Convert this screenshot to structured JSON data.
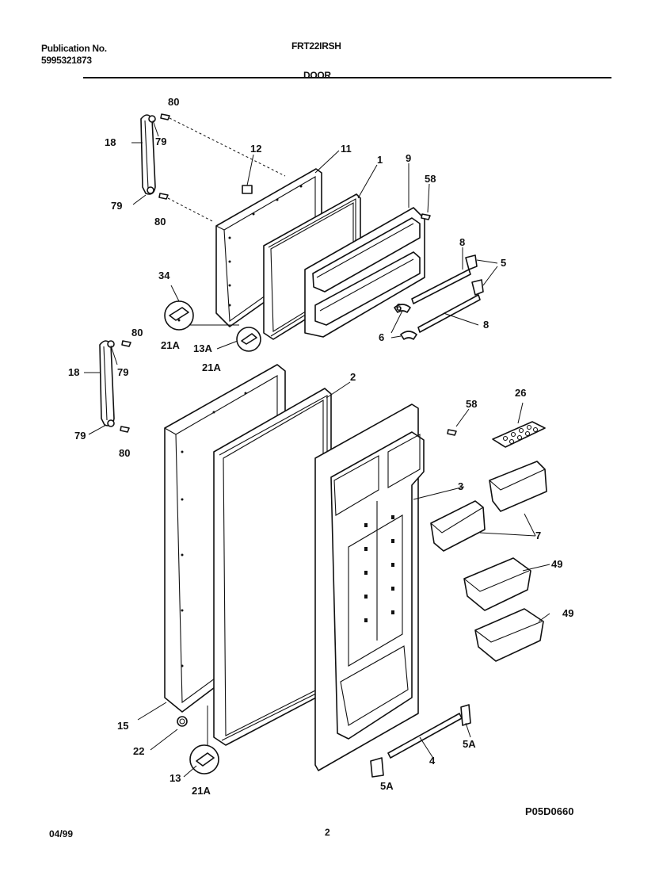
{
  "header": {
    "publication_label": "Publication No.",
    "publication_number": "5995321873",
    "model": "FRT22IRSH",
    "section": "DOOR"
  },
  "footer": {
    "date": "04/99",
    "page": "2",
    "diagram_code": "P05D0660"
  },
  "callouts": {
    "c80a": "80",
    "c79a": "79",
    "c18a": "18",
    "c79b": "79",
    "c80b": "80",
    "c12": "12",
    "c11": "11",
    "c1": "1",
    "c9": "9",
    "c58a": "58",
    "c8a": "8",
    "c5": "5",
    "c6a": "6",
    "c8b": "8",
    "c6b": "6",
    "c34": "34",
    "c21Aa": "21A",
    "c13A": "13A",
    "c21Ab": "21A",
    "c80c": "80",
    "c18b": "18",
    "c79c": "79",
    "c79d": "79",
    "c80d": "80",
    "c2": "2",
    "c58b": "58",
    "c26": "26",
    "c3": "3",
    "c7": "7",
    "c49a": "49",
    "c49b": "49",
    "c15": "15",
    "c22": "22",
    "c13": "13",
    "c21Ac": "21A",
    "c4": "4",
    "c5Aa": "5A",
    "c5Ab": "5A"
  }
}
